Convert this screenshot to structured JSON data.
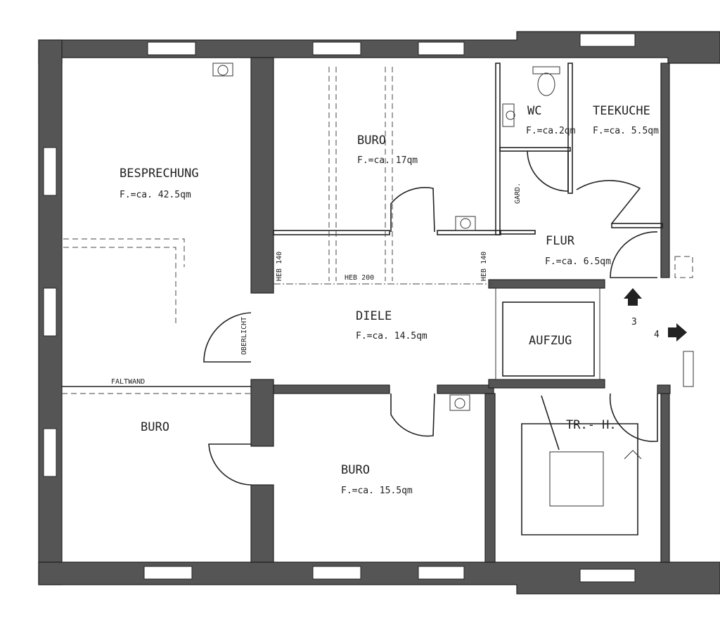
{
  "rooms": {
    "besprechung": {
      "name": "BESPRECHUNG",
      "area": "F.=ca. 42.5qm"
    },
    "buero_top": {
      "name": "BURO",
      "area": "F.=ca. 17qm"
    },
    "wc": {
      "name": "WC",
      "area": "F.=ca.2qm"
    },
    "teekueche": {
      "name": "TEEKUCHE",
      "area": "F.=ca. 5.5qm"
    },
    "flur": {
      "name": "FLUR",
      "area": "F.=ca. 6.5qm"
    },
    "diele": {
      "name": "DIELE",
      "area": "F.=ca. 14.5qm"
    },
    "aufzug": {
      "name": "AUFZUG"
    },
    "buero_left": {
      "name": "BURO"
    },
    "buero_bottom": {
      "name": "BURO",
      "area": "F.=ca. 15.5qm"
    },
    "treppenhaus": {
      "name": "TR.- H."
    }
  },
  "annotations": {
    "gard": "GARD.",
    "oberlicht": "OBERLICHT",
    "faltwand": "FALTWAND",
    "heb_140_left": "HEB 140",
    "heb_200": "HEB 200",
    "heb_140_right": "HEB 140",
    "marker_3": "3",
    "marker_4": "4"
  }
}
